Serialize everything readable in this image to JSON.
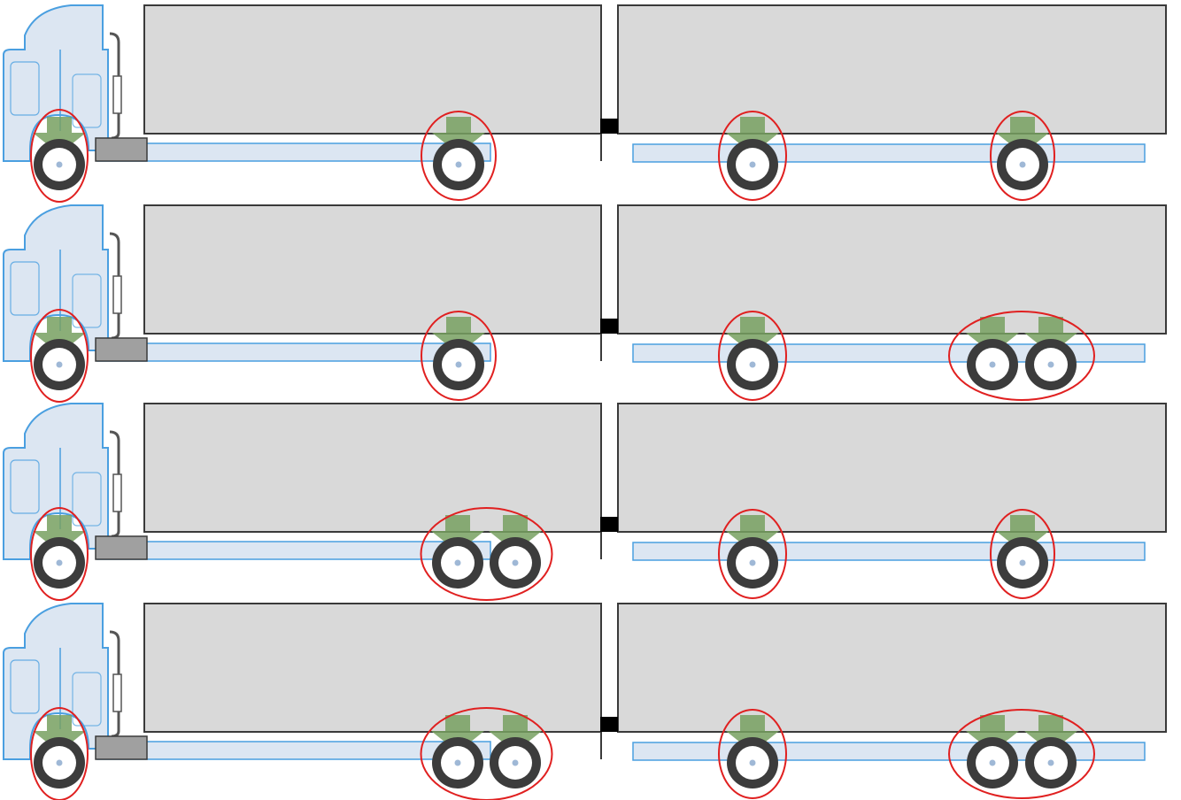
{
  "colors": {
    "trailer_fill": "#d9d9d9",
    "trailer_stroke": "#3a3a3a",
    "chassis_fill": "#dce6f2",
    "chassis_stroke": "#4a9fe0",
    "cab_fill": "#dce6f2",
    "cab_stroke": "#4a9fe0",
    "tire": "#3c3c3c",
    "hub_center": "#9fb8d6",
    "load_arrow": "#77a060",
    "axle_group_ring": "#e02020",
    "coupler": "#000000",
    "bumper": "#a0a0a0",
    "exhaust": "#555555"
  },
  "icons": {
    "cab": "truck-cab-icon",
    "wheel": "wheel-icon",
    "load": "load-arrow-icon",
    "axle_group": "axle-group-ring-icon",
    "coupler": "coupler-icon"
  },
  "configurations": [
    {
      "semi_trailer_rear_axles": 1,
      "dolly_axles": 1,
      "trailer_rear_axles": 1
    },
    {
      "semi_trailer_rear_axles": 1,
      "dolly_axles": 1,
      "trailer_rear_axles": 2
    },
    {
      "semi_trailer_rear_axles": 2,
      "dolly_axles": 1,
      "trailer_rear_axles": 1
    },
    {
      "semi_trailer_rear_axles": 2,
      "dolly_axles": 1,
      "trailer_rear_axles": 2
    }
  ]
}
